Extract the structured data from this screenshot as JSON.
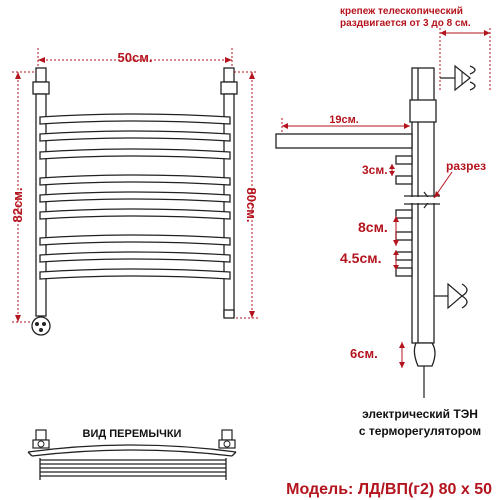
{
  "colors": {
    "label": "#b4141e",
    "outline": "#222222",
    "background": "#ffffff"
  },
  "front_view": {
    "width_label": "50см.",
    "height_left_label": "82см.",
    "height_right_label": "80см."
  },
  "side_view": {
    "mount_note_line1": "крепеж телескопический",
    "mount_note_line2": "раздвигается от 3 до 8 см.",
    "depth_label": "19см.",
    "gap_3_label": "3см.",
    "cut_label": "разрез",
    "gap_8_label": "8см.",
    "gap_4_5_label": "4.5см.",
    "gap_6_label": "6см.",
    "heater_line1": "электрический  ТЭН",
    "heater_line2": "с терморегулятором"
  },
  "bridge_view": {
    "title": "ВИД ПЕРЕМЫЧКИ"
  },
  "model": {
    "label": "Модель: ЛД/ВП(г2) 80 х 50"
  }
}
